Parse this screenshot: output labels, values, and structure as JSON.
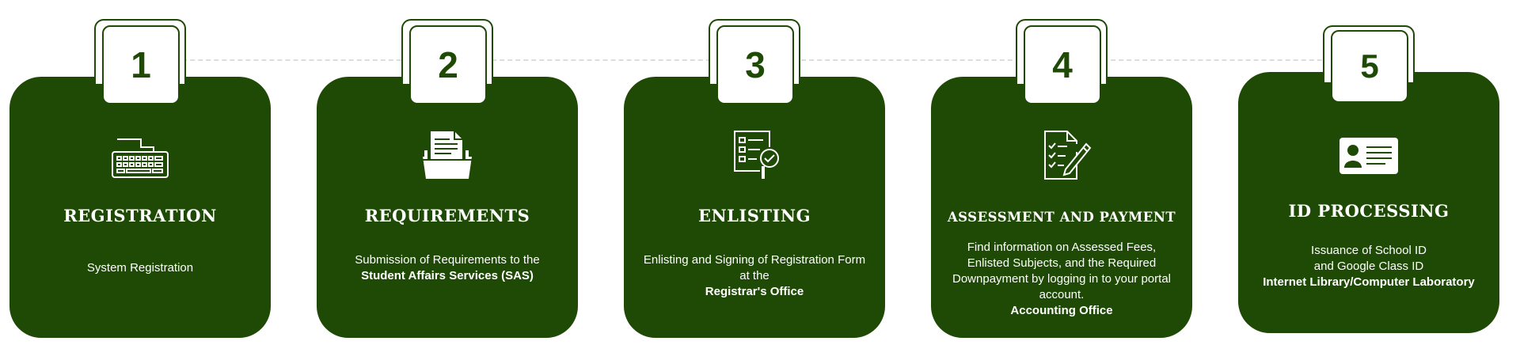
{
  "steps": [
    {
      "number": "1",
      "icon": "keyboard-icon",
      "title": "REGISTRATION",
      "description": "System Registration",
      "emphasis": ""
    },
    {
      "number": "2",
      "icon": "document-folder-icon",
      "title": "REQUIREMENTS",
      "description": "Submission of Requirements to the",
      "emphasis": "Student Affairs Services (SAS)"
    },
    {
      "number": "3",
      "icon": "checklist-search-icon",
      "title": "ENLISTING",
      "description": "Enlisting and Signing of Registration Form at the",
      "emphasis": "Registrar's Office"
    },
    {
      "number": "4",
      "icon": "form-pencil-icon",
      "title": "ASSESSMENT AND PAYMENT",
      "description": "Find information on Assessed Fees, Enlisted Subjects, and the Required Downpayment by logging in to your portal account.",
      "emphasis": "Accounting Office"
    },
    {
      "number": "5",
      "icon": "id-card-icon",
      "title": "ID PROCESSING",
      "description": "Issuance of School ID and Google Class ID",
      "emphasis": "Internet Library/Computer Laboratory"
    }
  ],
  "colors": {
    "card": "#1e4a05",
    "text": "#ffffff",
    "dash": "#dddddd"
  }
}
